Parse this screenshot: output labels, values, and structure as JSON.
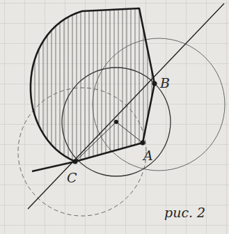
{
  "diagram": {
    "labels": [
      "B",
      "A",
      "C",
      "рис. 2"
    ]
  }
}
